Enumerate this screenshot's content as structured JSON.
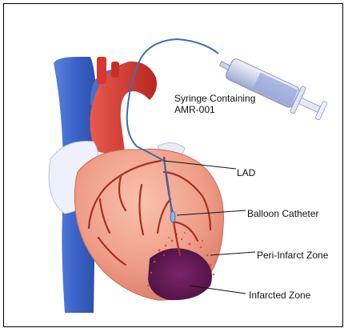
{
  "labels": {
    "syringe_line1": "Syringe Containing",
    "syringe_line2": "AMR-001",
    "lad": "LAD",
    "balloon": "Balloon Catheter",
    "peri": "Peri-Infarct Zone",
    "infarcted": "Infarcted Zone"
  },
  "colors": {
    "aorta": "#d9362f",
    "vena_cava": "#3b63c9",
    "myocardium": "#ef9e88",
    "infarct": "#6a1e5a",
    "coronary": "#a83022",
    "catheter": "#3d6fb0",
    "syringe_fluid": "#9aa7dd"
  }
}
